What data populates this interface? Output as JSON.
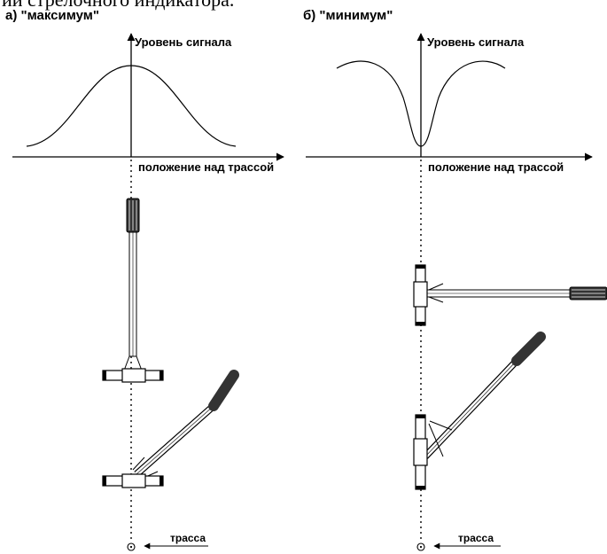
{
  "top_fragment": "ии стрелочного индикатора.",
  "panels": {
    "maximum": {
      "title": "а) \"максимум\"",
      "y_axis_label": "Уровень сигнала",
      "x_axis_label": "положение над трассой",
      "route_label": "трасса"
    },
    "minimum": {
      "title": "б) \"минимум\"",
      "y_axis_label": "Уровень сигнала",
      "x_axis_label": "положение над трассой",
      "route_label": "трасса"
    }
  },
  "colors": {
    "line": "#000000",
    "handle_fill": "#333333",
    "background": "#ffffff"
  }
}
